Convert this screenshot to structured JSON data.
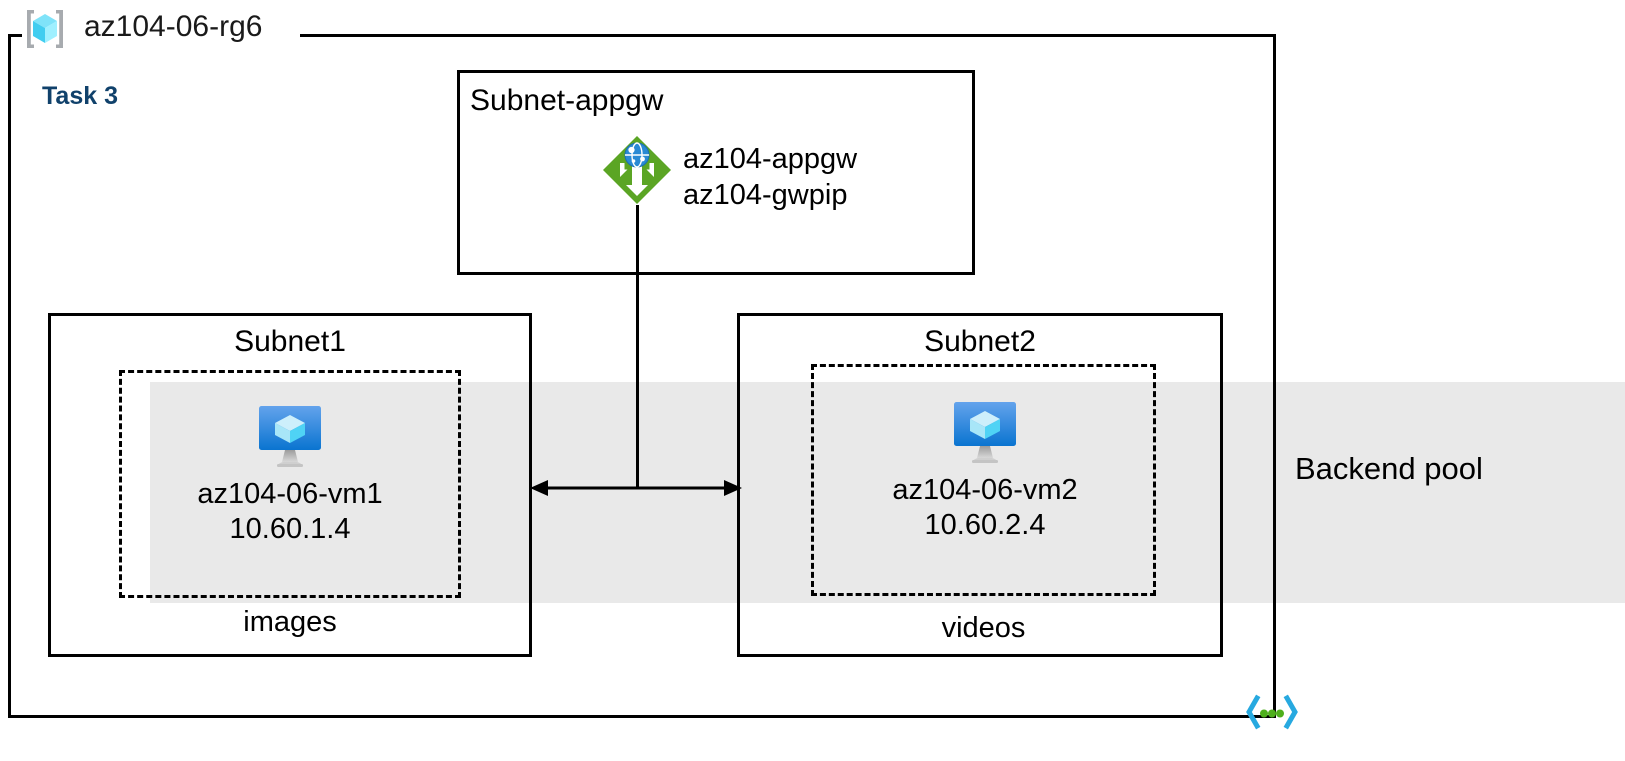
{
  "diagram": {
    "title": "az104-06-rg6",
    "resource_group": {
      "name": "az104-06-rg6",
      "icon": "resource-group-cube-icon"
    },
    "task": {
      "label": "Task 3",
      "color": "#10416b"
    },
    "backend_pool": {
      "label": "Backend pool",
      "band_color": "#e9e9e9"
    },
    "subnets": [
      {
        "id": "subnet-appgw",
        "title": "Subnet-appgw",
        "resources": [
          {
            "icon": "application-gateway-icon",
            "lines": [
              "az104-appgw",
              "az104-gwpip"
            ],
            "line1": "az104-appgw",
            "line2": "az104-gwpip"
          }
        ]
      },
      {
        "id": "subnet1",
        "title": "Subnet1",
        "sublabel": "images",
        "vm": {
          "icon": "virtual-machine-icon",
          "name": "az104-06-vm1",
          "ip": "10.60.1.4"
        }
      },
      {
        "id": "subnet2",
        "title": "Subnet2",
        "sublabel": "videos",
        "vm": {
          "icon": "virtual-machine-icon",
          "name": "az104-06-vm2",
          "ip": "10.60.2.4"
        }
      }
    ],
    "footer_icon": "virtual-network-icon",
    "colors": {
      "appgw_green": "#59a524",
      "appgw_globe_blue": "#1f8bd8",
      "vm_blue_top": "#5ea0ea",
      "vm_blue_bottom": "#0078d4",
      "cube_cyan": "#9fe8fb",
      "rg_bracket_gray": "#a0a4a8",
      "vnet_icon_cyan": "#32bff0",
      "vnet_icon_green": "#4eb21c",
      "line_black": "#000000"
    }
  }
}
